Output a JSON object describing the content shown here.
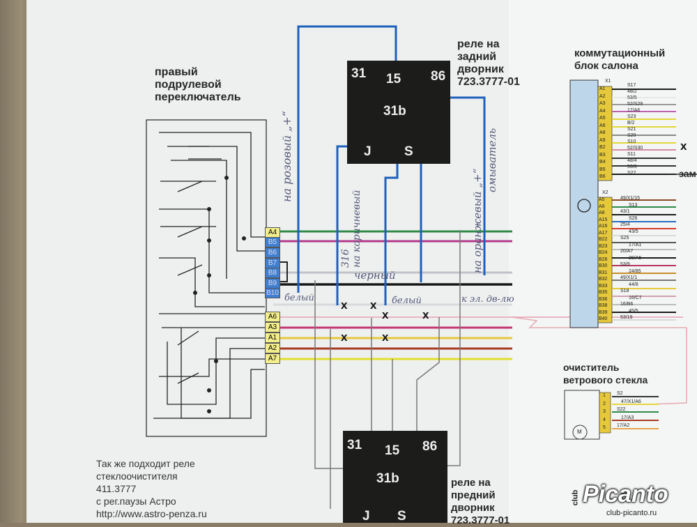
{
  "labels": {
    "switch_title": "правый\nподрулевой\nпереключатель",
    "rear_relay": "реле на\nзадний\nдворник\n723.3777-01",
    "comm_block": "коммутационный\nблок салона",
    "wiper_motor": "очиститель\nветрового стекла",
    "note": "Так же подходит реле\nстеклоочистителя\n411.3777\nс рег.паузы Астро\nhttp://www.astro-penza.ru",
    "front_relay": "реле на\nпредний\nдворник\n723.3777-01",
    "zam": "зам",
    "x_side": "x"
  },
  "relay_pins": {
    "p31": "31",
    "p15": "15",
    "p86": "86",
    "p31b": "31b",
    "pJ": "J",
    "pS": "S"
  },
  "switch_pins": [
    "A4",
    "B5",
    "B6",
    "B7",
    "B8",
    "B9",
    "B10",
    "A6",
    "A3",
    "A1",
    "A2",
    "A7"
  ],
  "handwritten": {
    "pink": "на розовый „+“",
    "orange": "на оранжевый „+“",
    "wash": "омыватель",
    "brown": "316\nна коричневый",
    "black": "черный",
    "white1": "белый",
    "white2": "белый",
    "to": "к эл. дв-лю"
  },
  "crosses": [
    "x",
    "x",
    "x",
    "x",
    "x",
    "x"
  ],
  "conn": {
    "x1_title": "X1",
    "x2_title": "X2",
    "x1_pins": [
      "A1",
      "A2",
      "A3",
      "A4",
      "A5",
      "A6",
      "A8",
      "A9",
      "B2",
      "B3",
      "B4",
      "B5",
      "B6"
    ],
    "x1_wires": [
      "S17",
      "48/2",
      "53/5",
      "52/S29",
      "17/A6",
      "S23",
      "B/2",
      "S21",
      "S20",
      "S10",
      "52/S30",
      "S11",
      "48/4",
      "53/6",
      "S27"
    ],
    "x2_pins": [
      "A5",
      "A6",
      "A8",
      "A15",
      "A16",
      "A17",
      "B22",
      "B23",
      "B24",
      "B28",
      "B30",
      "B31",
      "B32",
      "B33",
      "B35",
      "B36",
      "B38",
      "B39",
      "B40"
    ],
    "x2_wires": [
      "49/X1/15",
      "S13",
      "43/1",
      "S26",
      "25/4",
      "43/5",
      "S25",
      "17/A1",
      "20/A7",
      "20/A5",
      "53/9",
      "24/85",
      "49/X1/1",
      "44/8",
      "S18",
      "16/C7",
      "16/B6",
      "45/5",
      "53/19"
    ],
    "motor_pins": [
      "1",
      "2",
      "3",
      "4",
      "5"
    ],
    "motor_wires": [
      "S2",
      "47/X1/A6",
      "S22",
      "17/A3",
      "17/A2"
    ],
    "motor_m": "M"
  },
  "logo": {
    "brand": "Picanto",
    "club": "club",
    "url": "club-picanto.ru"
  }
}
